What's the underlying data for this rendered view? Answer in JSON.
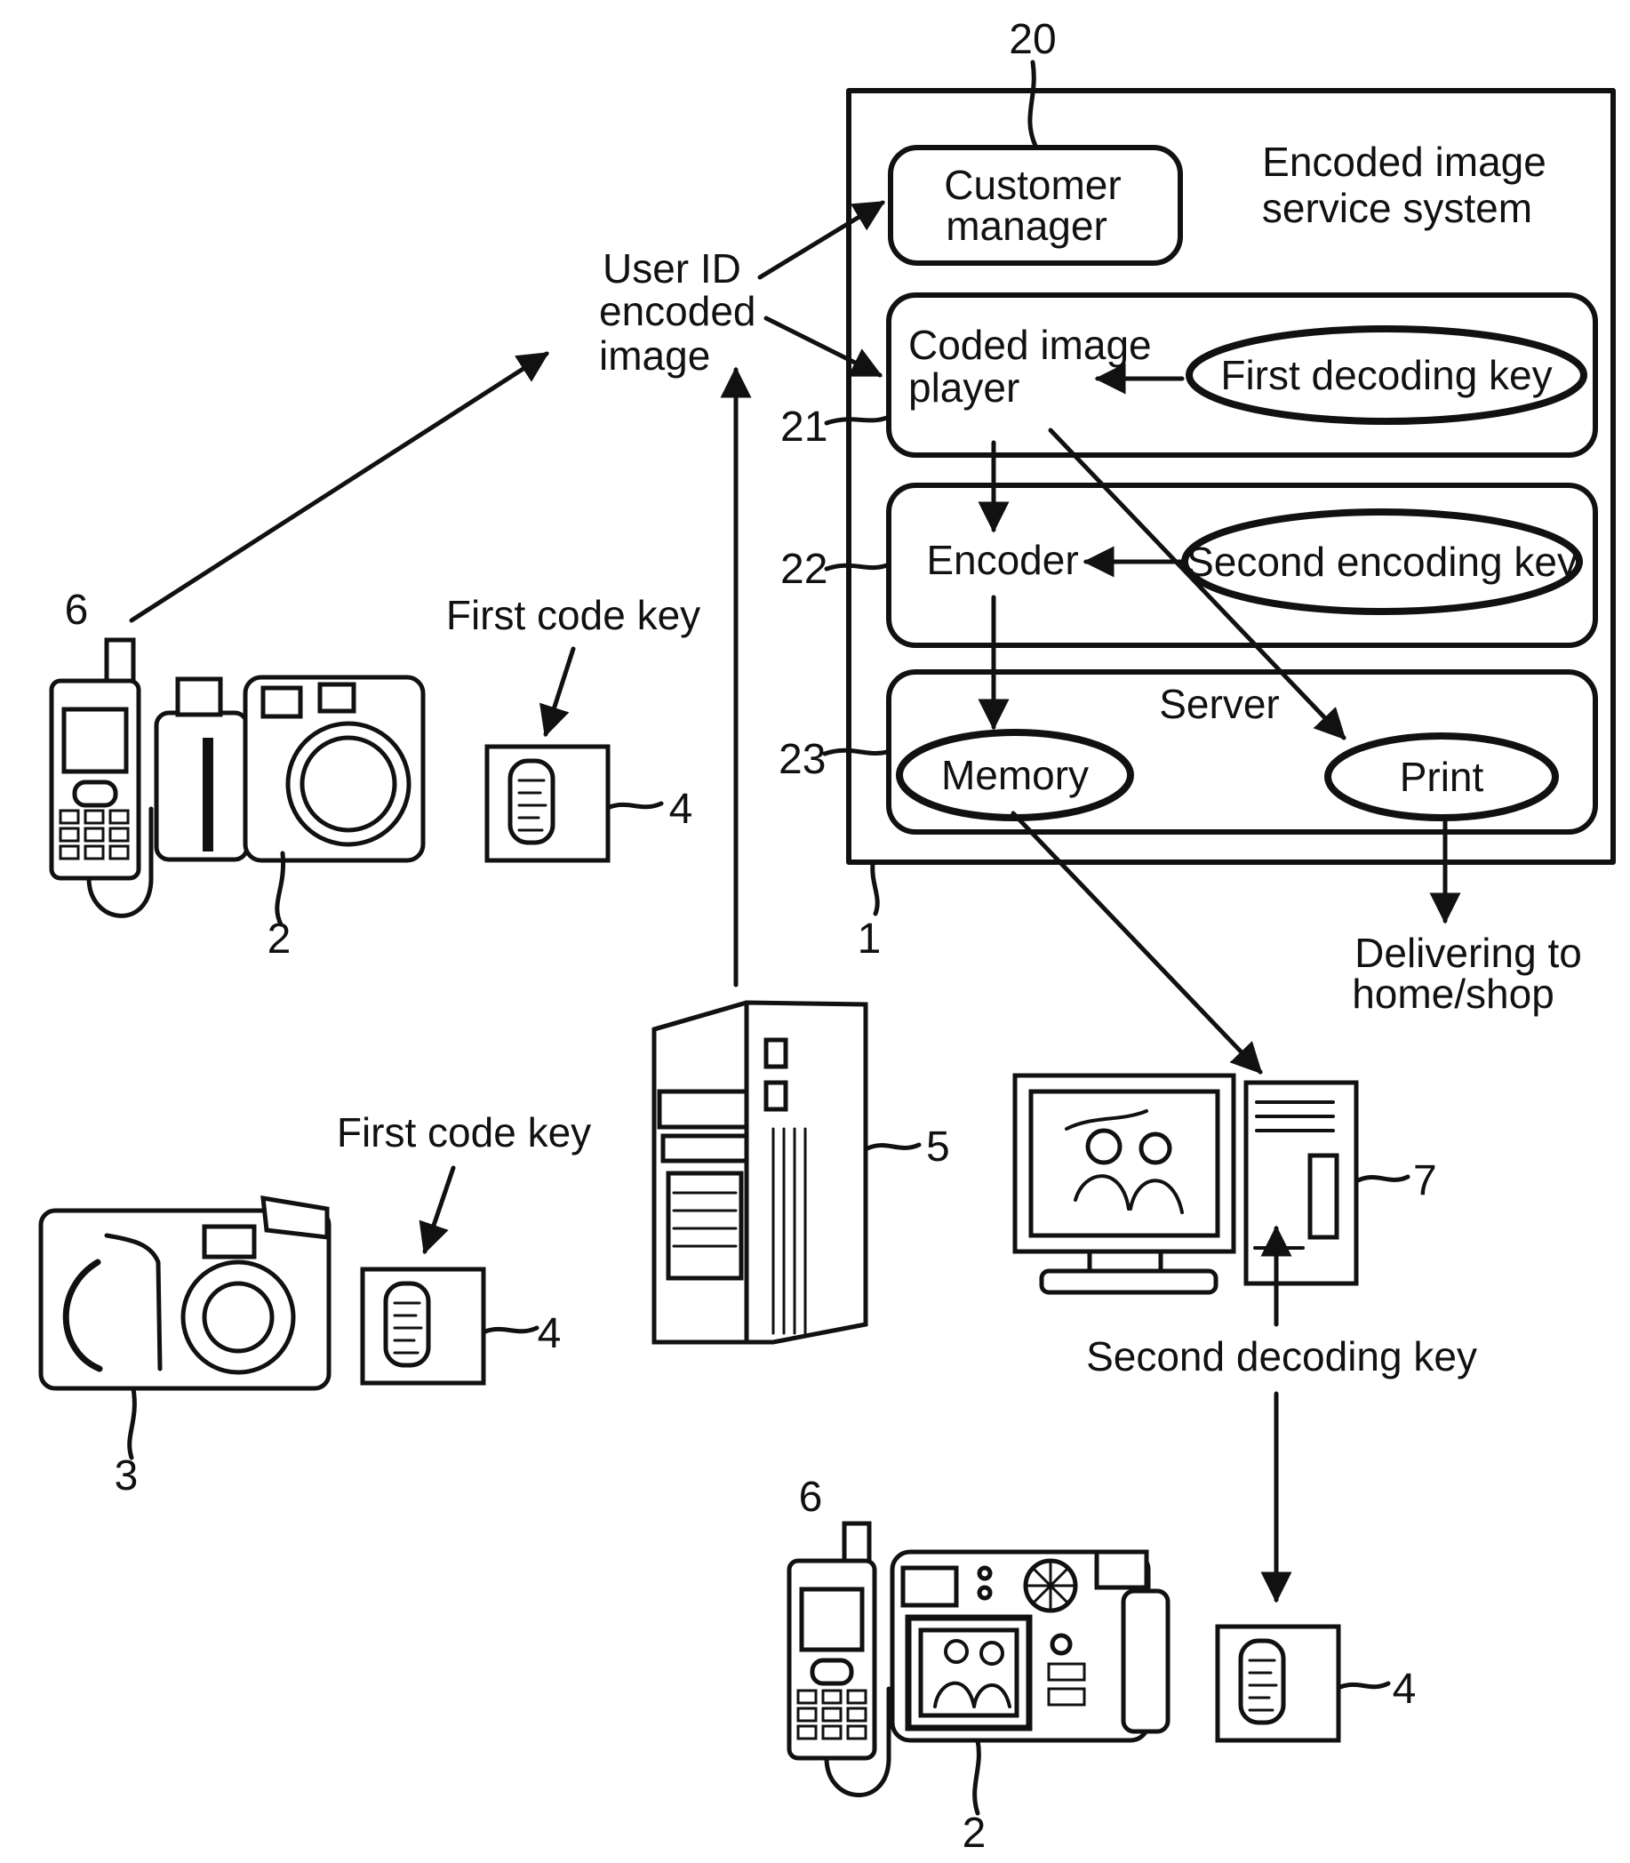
{
  "system": {
    "title_line1": "Encoded image",
    "title_line2": "service system",
    "ref": "1",
    "customer_manager": {
      "line1": "Customer",
      "line2": "manager",
      "ref": "20"
    },
    "player": {
      "line1": "Coded image",
      "line2": "player",
      "ref": "21",
      "key": "First decoding key"
    },
    "encoder": {
      "label": "Encoder",
      "ref": "22",
      "key": "Second encoding key"
    },
    "server": {
      "label": "Server",
      "ref": "23",
      "memory": "Memory",
      "print": "Print"
    }
  },
  "user_id": {
    "line1": "User ID",
    "line2": "encoded",
    "line3": "image"
  },
  "delivery": {
    "line1": "Delivering to",
    "line2": "home/shop"
  },
  "devices": {
    "phone_ref": "6",
    "camera_ref": "2",
    "film_camera_ref": "3",
    "card_ref": "4",
    "server_pc_ref": "5",
    "pc_ref": "7",
    "first_code_key": "First code key",
    "second_decoding_key": "Second decoding key"
  }
}
